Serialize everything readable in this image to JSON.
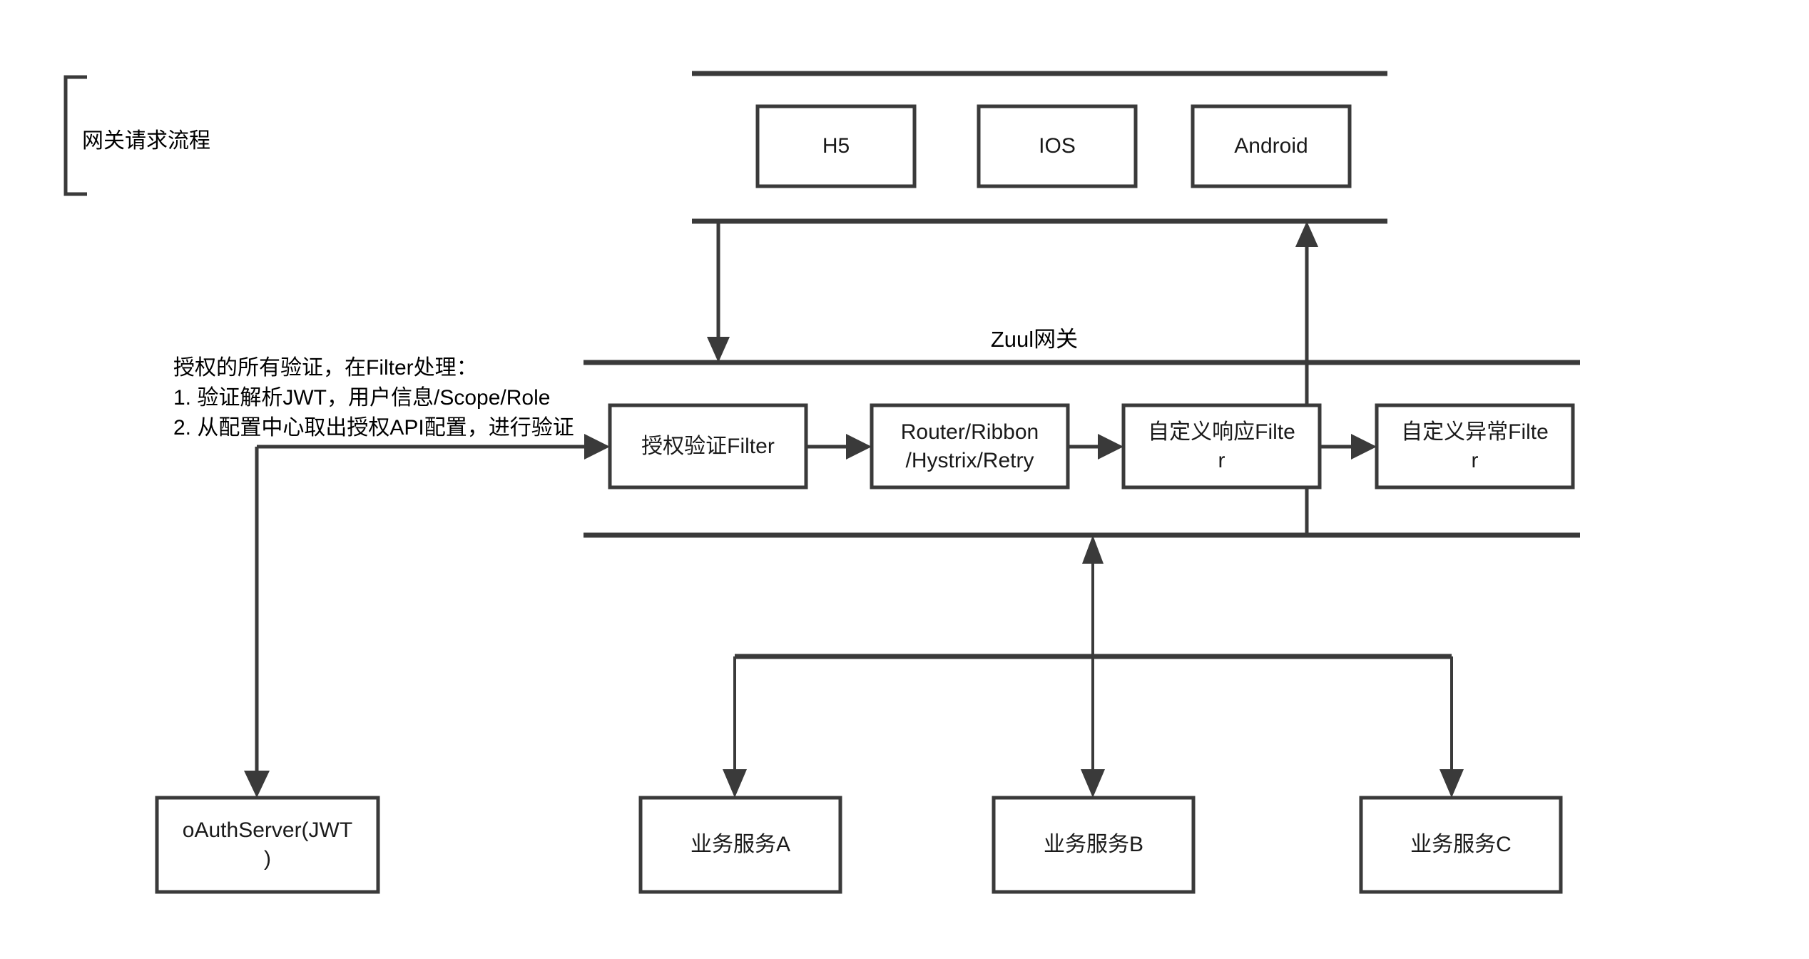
{
  "diagram": {
    "title_group": {
      "label": "网关请求流程"
    },
    "client_band": {
      "boxes": [
        {
          "label": "H5"
        },
        {
          "label": "IOS"
        },
        {
          "label": "Android"
        }
      ]
    },
    "gateway_band": {
      "title": "Zuul网关",
      "filters": [
        {
          "label": "授权验证Filter"
        },
        {
          "label": "Router/Ribbon\n/Hystrix/Retry"
        },
        {
          "label": "自定义响应Filte\nr"
        },
        {
          "label": "自定义异常Filte\nr"
        }
      ]
    },
    "annotation": {
      "text": "授权的所有验证，在Filter处理：\n1. 验证解析JWT，用户信息/Scope/Role\n2. 从配置中心取出授权API配置，进行验证"
    },
    "auth_server": {
      "label": "oAuthServer(JWT\n)"
    },
    "services": [
      {
        "label": "业务服务A"
      },
      {
        "label": "业务服务B"
      },
      {
        "label": "业务服务C"
      }
    ],
    "colors": {
      "stroke": "#3a3a3a",
      "text": "#000000",
      "background": "#ffffff"
    }
  }
}
